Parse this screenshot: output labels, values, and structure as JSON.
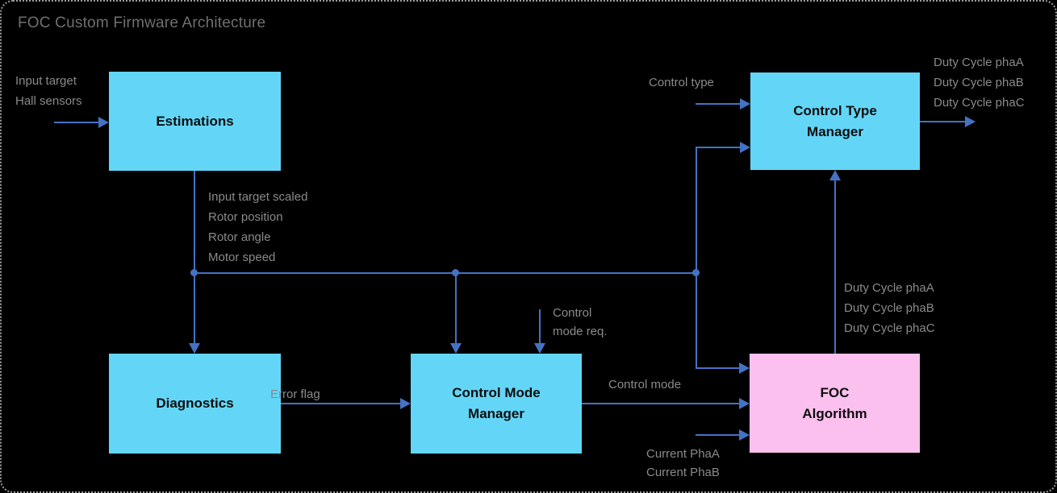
{
  "title": "FOC Custom Firmware Architecture",
  "colors": {
    "bg": "#000000",
    "border_gray": "#9b9b9b",
    "title_gray": "#6f6f6f",
    "label_gray": "#8a8a8a",
    "line_blue": "#4472c4",
    "box_cyan": "#63d6f7",
    "box_pink": "#fbc0ee"
  },
  "nodes": {
    "estimations": {
      "label": "Estimations"
    },
    "control_type_manager": {
      "label": "Control Type\nManager"
    },
    "diagnostics": {
      "label": "Diagnostics"
    },
    "control_mode_manager": {
      "label": "Control Mode\nManager"
    },
    "foc_algorithm": {
      "label": "FOC\nAlgorithm"
    }
  },
  "labels": {
    "input_signals": "Input target\nHall sensors",
    "estimation_outputs": "Input target scaled\nRotor position\nRotor angle\nMotor speed",
    "control_type": "Control type",
    "duty_cycle_out": "Duty Cycle phaA\nDuty Cycle phaB\nDuty Cycle phaC",
    "duty_cycle_internal": "Duty Cycle phaA\nDuty Cycle phaB\nDuty Cycle phaC",
    "control_mode_req": "Control\nmode req.",
    "error_flag": "Error flag",
    "control_mode": "Control mode",
    "current_phases": "Current PhaA\nCurrent PhaB"
  }
}
